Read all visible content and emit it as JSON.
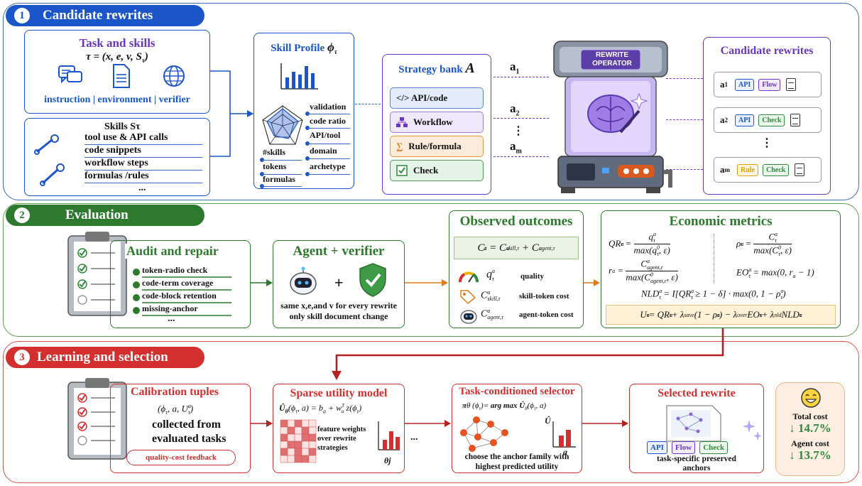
{
  "section1": {
    "num": "1",
    "title": "Candidate rewrites"
  },
  "section2": {
    "num": "2",
    "title": "Evaluation"
  },
  "section3": {
    "num": "3",
    "title": "Learning and selection"
  },
  "task": {
    "title": "Task and skills",
    "formula": "τ = (x, e, v, S",
    "formula_sub": "τ",
    "formula_end": ")",
    "labels": "instruction | environment | verifier"
  },
  "skills": {
    "title": "Skills Sτ",
    "items": [
      "tool use & API calls",
      "code snippets",
      "workflow steps",
      "formulas /rules"
    ],
    "more": "..."
  },
  "profile": {
    "title": "Skill Profile",
    "symbol": "ϕ",
    "sub": "τ",
    "features_right": [
      "validation",
      "code ratio",
      "API/tool",
      "domain",
      "archetype"
    ],
    "features_left": [
      "#skills",
      "tokens",
      "formulas"
    ]
  },
  "strategy": {
    "title": "Strategy bank",
    "symbol": "A",
    "items": [
      "</> API/code",
      "Workflow",
      "Rule/formula",
      "Check"
    ],
    "sigma": "∑"
  },
  "actions": {
    "a1": "a",
    "a1_sub": "1",
    "a2": "a",
    "a2_sub": "2",
    "am": "a",
    "am_sub": "m",
    "vdots": "⋮"
  },
  "operator": {
    "line1": "REWRITE",
    "line2": "OPERATOR"
  },
  "candidates": {
    "title": "Candidate rewrites",
    "rows": [
      {
        "a": "a",
        "sub": "1",
        "tags": [
          "API",
          "Flow"
        ]
      },
      {
        "a": "a",
        "sub": "2",
        "tags": [
          "API",
          "Check"
        ]
      },
      {
        "a": "a",
        "sub": "m",
        "tags": [
          "Rule",
          "Check"
        ]
      }
    ],
    "vdots": "⋮"
  },
  "audit": {
    "title": "Audit and repair",
    "items": [
      "token-radio check",
      "code-term coverage",
      "code-block retention",
      "missing-anchor"
    ],
    "more": "..."
  },
  "agent": {
    "title": "Agent + verifier",
    "plus": "+",
    "line1": "same x,e,and v for every rewrite",
    "line2": "only skill document change"
  },
  "observed": {
    "title": "Observed outcomes",
    "quality": "quality",
    "skill_cost": "skill-token cost",
    "agent_cost": "agent-token cost"
  },
  "economic": {
    "title": "Economic metrics"
  },
  "calibration": {
    "title": "Calibration tuples",
    "line1": "collected from",
    "line2": "evaluated tasks",
    "feedback": "quality-cost feedback"
  },
  "sparse": {
    "title": "Sparse utility model",
    "fw1": "feature weights",
    "fw2": "over rewrite",
    "fw3": "strategies",
    "theta": "θj",
    "ellipsis": "..."
  },
  "selector": {
    "title": "Task-conditioned selector",
    "u": "Û",
    "a": "a",
    "line1": "choose the anchor family with",
    "line2": "highest predicted utility"
  },
  "selected": {
    "title": "Selected rewrite",
    "tags": [
      "API",
      "Flow",
      "Check"
    ],
    "line1": "task-specific preserved",
    "line2": "anchors"
  },
  "results": {
    "total_label": "Total cost",
    "total_value": "↓ 14.7%",
    "agent_label": "Agent cost",
    "agent_value": "↓ 13.7%"
  },
  "colors": {
    "blue": "#1a55c9",
    "green": "#2d7a2f",
    "red": "#d32f2f",
    "purple": "#6b36c2"
  }
}
